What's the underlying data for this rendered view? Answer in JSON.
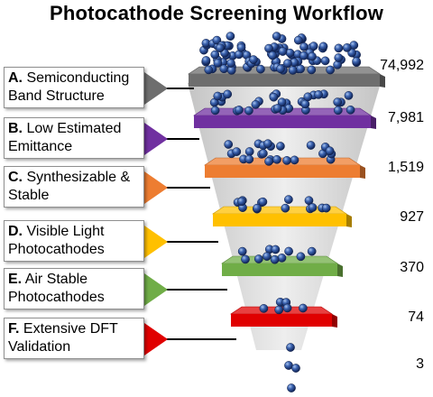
{
  "title": "Photocathode Screening Workflow",
  "stages": [
    {
      "letter": "A.",
      "line1": "Semiconducting",
      "line2": "Band Structure",
      "count": "74,992",
      "color": "#6e6e6e"
    },
    {
      "letter": "B.",
      "line1": "Low Estimated",
      "line2": "Emittance",
      "count": "7,981",
      "color": "#7030a0"
    },
    {
      "letter": "C.",
      "line1": "Synthesizable &",
      "line2": "Stable",
      "count": "1,519",
      "color": "#ed7d31"
    },
    {
      "letter": "D.",
      "line1": "Visible Light",
      "line2": "Photocathodes",
      "count": "927",
      "color": "#ffc000"
    },
    {
      "letter": "E.",
      "line1": "Air Stable",
      "line2": "Photocathodes",
      "count": "370",
      "color": "#70ad47"
    },
    {
      "letter": "F.",
      "line1": "Extensive DFT",
      "line2": "Validation",
      "count": "74",
      "color": "#e00000"
    }
  ],
  "final_count": "3",
  "colors": {
    "funnel": "#d2d2d2",
    "sphere": "#2f5597",
    "connector": "#000000"
  }
}
